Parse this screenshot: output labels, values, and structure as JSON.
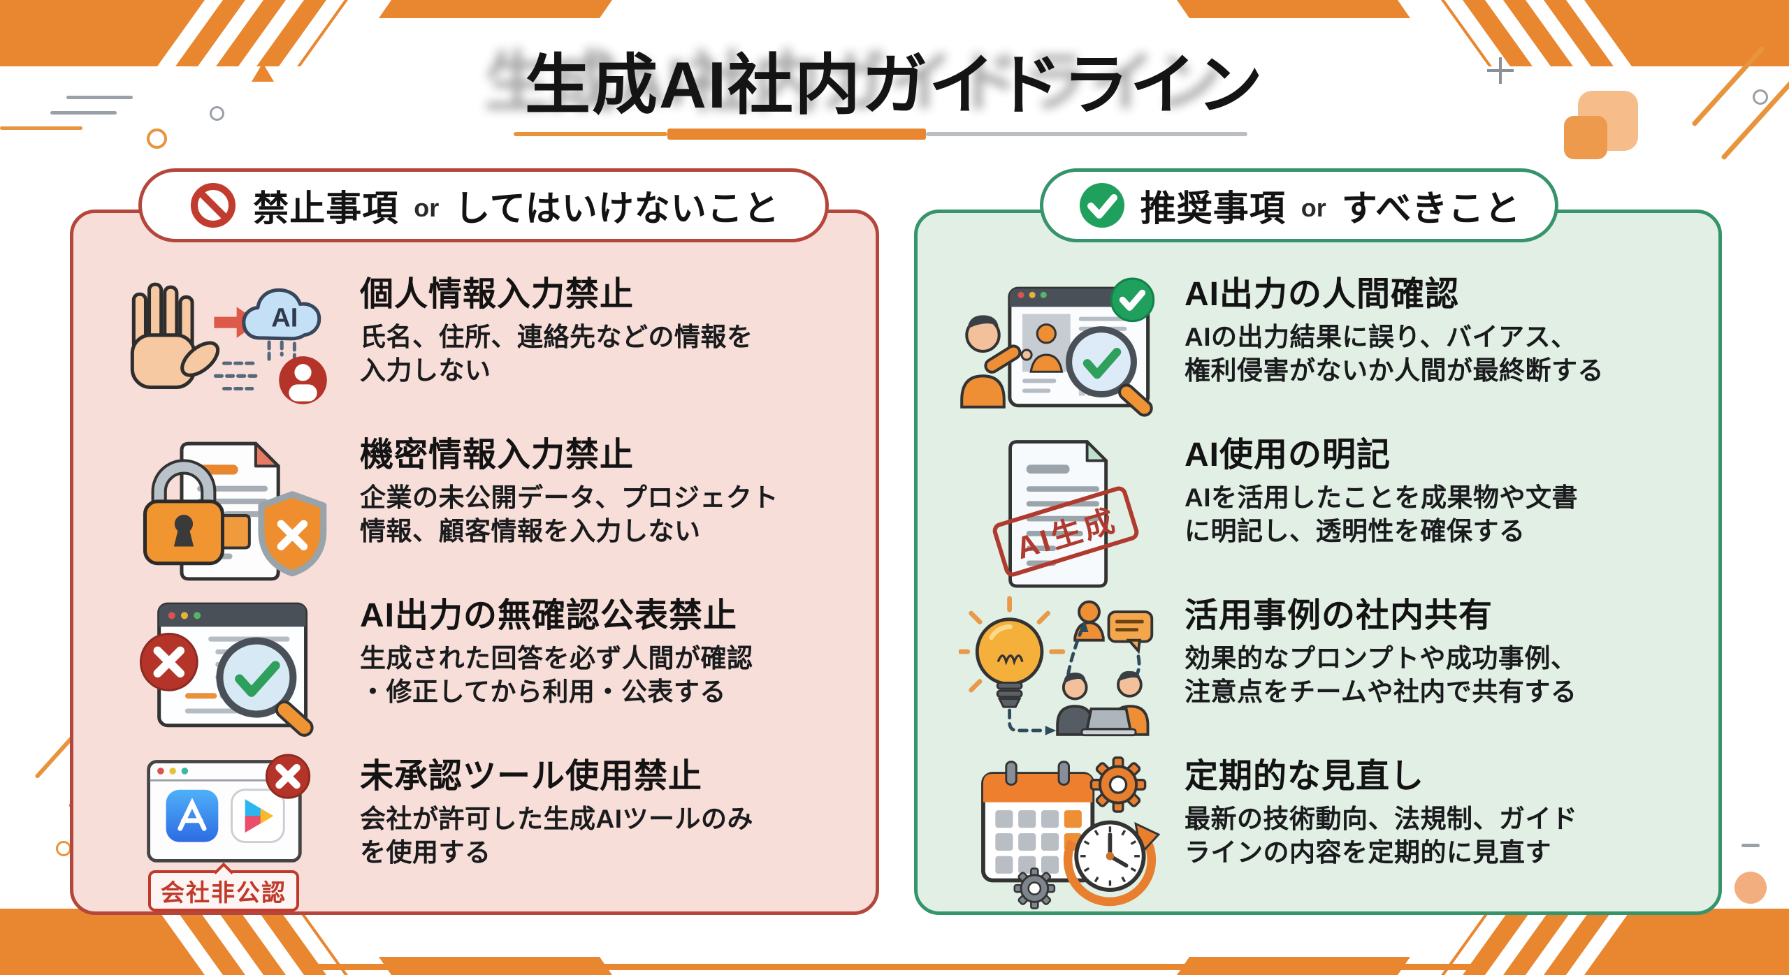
{
  "title": "生成AI社内ガイドライン",
  "prohibited": {
    "header": {
      "main": "禁止事項",
      "or": "or",
      "rest": "してはいけないこと"
    },
    "items": [
      {
        "icon": "stop-hand-to-ai-cloud",
        "title": "個人情報入力禁止",
        "body": "氏名、住所、連絡先などの情報を\n入力しない"
      },
      {
        "icon": "lock-document-shield",
        "title": "機密情報入力禁止",
        "body": "企業の未公開データ、プロジェクト\n情報、顧客情報を入力しない"
      },
      {
        "icon": "browser-error-and-check-magnifier",
        "title": "AI出力の無確認公表禁止",
        "body": "生成された回答を必ず人間が確認\n・修正してから利用・公表する"
      },
      {
        "icon": "unapproved-app-stores",
        "title": "未承認ツール使用禁止",
        "body": "会社が許可した生成AIツールのみ\nを使用する",
        "badge": "会社非公認"
      }
    ]
  },
  "recommended": {
    "header": {
      "main": "推奨事項",
      "or": "or",
      "rest": "すべきこと"
    },
    "items": [
      {
        "icon": "person-reviewing-ai-output",
        "title": "AI出力の人間確認",
        "body": "AIの出力結果に誤り、バイアス、\n権利侵害がないか人間が最終断する"
      },
      {
        "icon": "document-with-ai-stamp",
        "title": "AI使用の明記",
        "body": "AIを活用したことを成果物や文書\nに明記し、透明性を確保する",
        "stamp": "AI生成"
      },
      {
        "icon": "idea-sharing-team",
        "title": "活用事例の社内共有",
        "body": "効果的なプロンプトや成功事例、\n注意点をチームや社内で共有する"
      },
      {
        "icon": "calendar-clock-gears",
        "title": "定期的な見直し",
        "body": "最新の技術動向、法規制、ガイド\nラインの内容を定期的に見直す"
      }
    ]
  },
  "icon_texts": {
    "cloud_ai": "AI"
  },
  "colors": {
    "accent_orange": "#E8872F",
    "prohibited_border": "#B4463C",
    "prohibited_bg": "#F8DED9",
    "prohibition_sign": "#C13B2E",
    "recommended_border": "#35946A",
    "recommended_bg": "#E1EFE5",
    "check_green": "#1FA05C",
    "text": "#141414"
  }
}
